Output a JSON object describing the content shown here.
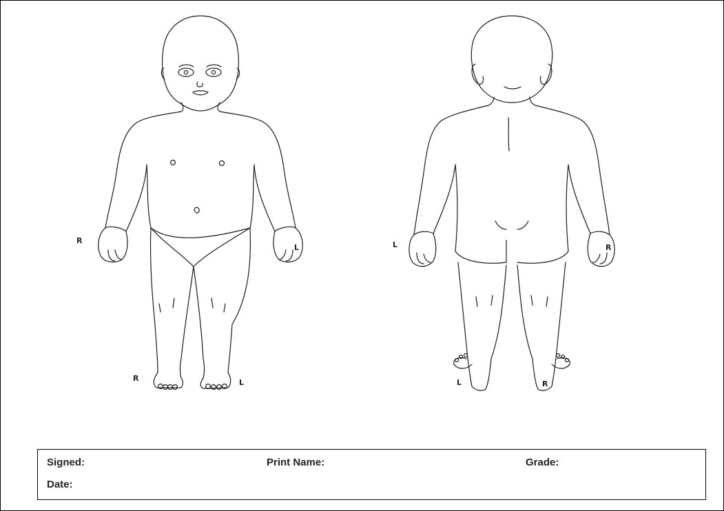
{
  "body_chart": {
    "front_labels": {
      "right_hand": "R",
      "left_hand": "L",
      "right_foot": "R",
      "left_foot": "L"
    },
    "back_labels": {
      "left_hand": "L",
      "right_hand": "R",
      "left_foot": "L",
      "right_foot": "R"
    }
  },
  "signature_box": {
    "signed_label": "Signed:",
    "print_name_label": "Print Name:",
    "grade_label": "Grade:",
    "date_label": "Date:"
  }
}
